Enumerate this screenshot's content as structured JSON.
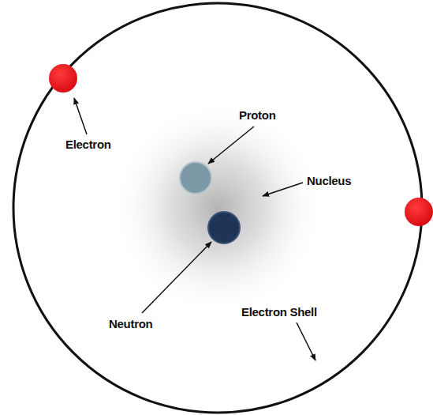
{
  "diagram": {
    "labels": [
      "Electron",
      "Proton",
      "Nucleus",
      "Neutron",
      "Electron Shell"
    ]
  }
}
